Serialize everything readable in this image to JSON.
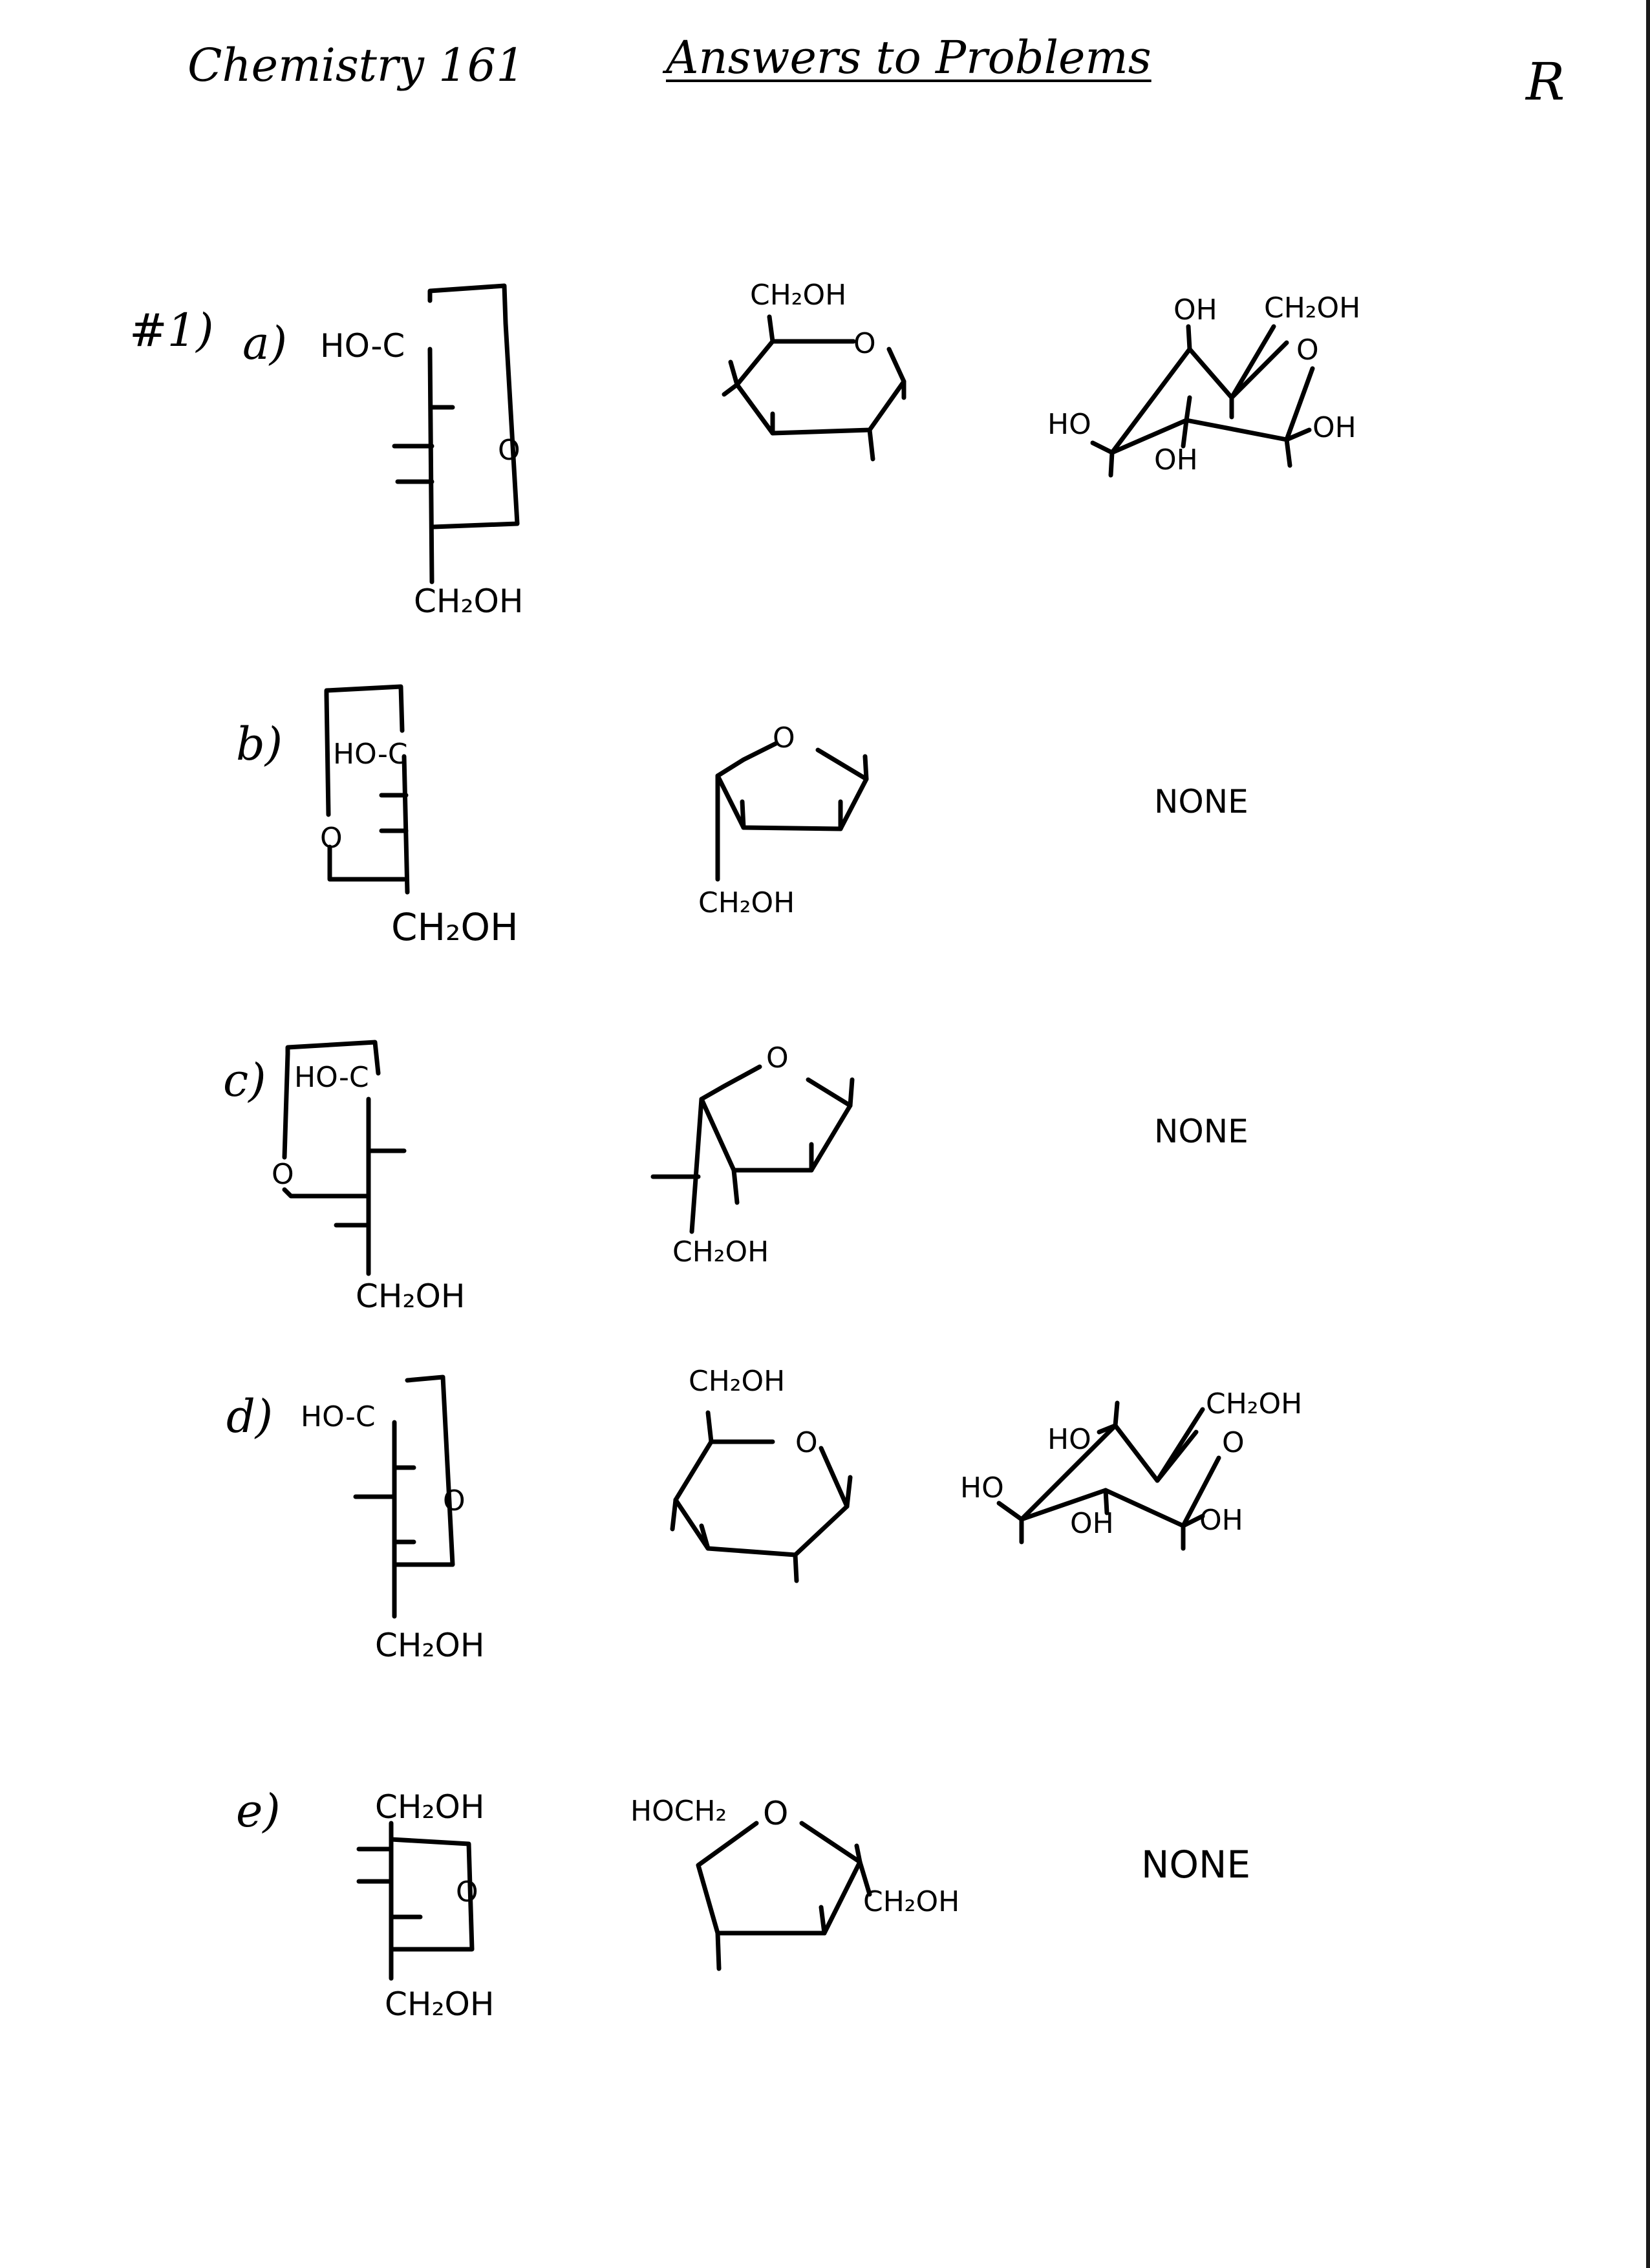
{
  "header": {
    "course": "Chemistry 161",
    "title": "Answers to Problems",
    "page_mark": "R"
  },
  "problem": {
    "number": "#1)",
    "parts": [
      {
        "letter": "a)",
        "fischer": {
          "top": "HO-C",
          "ring_o": "O",
          "bottom": "CH₂OH"
        },
        "haworth": {
          "top": "CH₂OH",
          "ring_o": "O"
        },
        "chair": {
          "oh_top": "OH",
          "ch2oh": "CH₂OH",
          "ring_o": "O",
          "ho_left": "HO",
          "oh_bottom": "OH",
          "oh_right": "OH"
        }
      },
      {
        "letter": "b)",
        "fischer": {
          "top": "HO-C",
          "ring_o": "O",
          "bottom": "CH₂OH"
        },
        "haworth": {
          "ring_o": "O",
          "bottom": "CH₂OH"
        },
        "chair_text": "NONE"
      },
      {
        "letter": "c)",
        "fischer": {
          "top": "HO-C",
          "ring_o": "O",
          "bottom": "CH₂OH"
        },
        "haworth": {
          "ring_o": "O",
          "bottom": "CH₂OH"
        },
        "chair_text": "NONE"
      },
      {
        "letter": "d)",
        "fischer": {
          "top": "HO-C",
          "ring_o": "O",
          "bottom": "CH₂OH"
        },
        "haworth": {
          "top": "CH₂OH",
          "ring_o": "O"
        },
        "chair": {
          "ho_top": "HO",
          "ch2oh": "CH₂OH",
          "ring_o": "O",
          "ho_left": "HO",
          "oh_bottom": "OH",
          "oh_right": "OH"
        }
      },
      {
        "letter": "e)",
        "fischer": {
          "top": "CH₂OH",
          "ring_o": "O",
          "bottom": "CH₂OH"
        },
        "haworth": {
          "top_left": "HOCH₂",
          "ring_o": "O",
          "right": "CH₂OH"
        },
        "chair_text": "NONE"
      }
    ]
  }
}
